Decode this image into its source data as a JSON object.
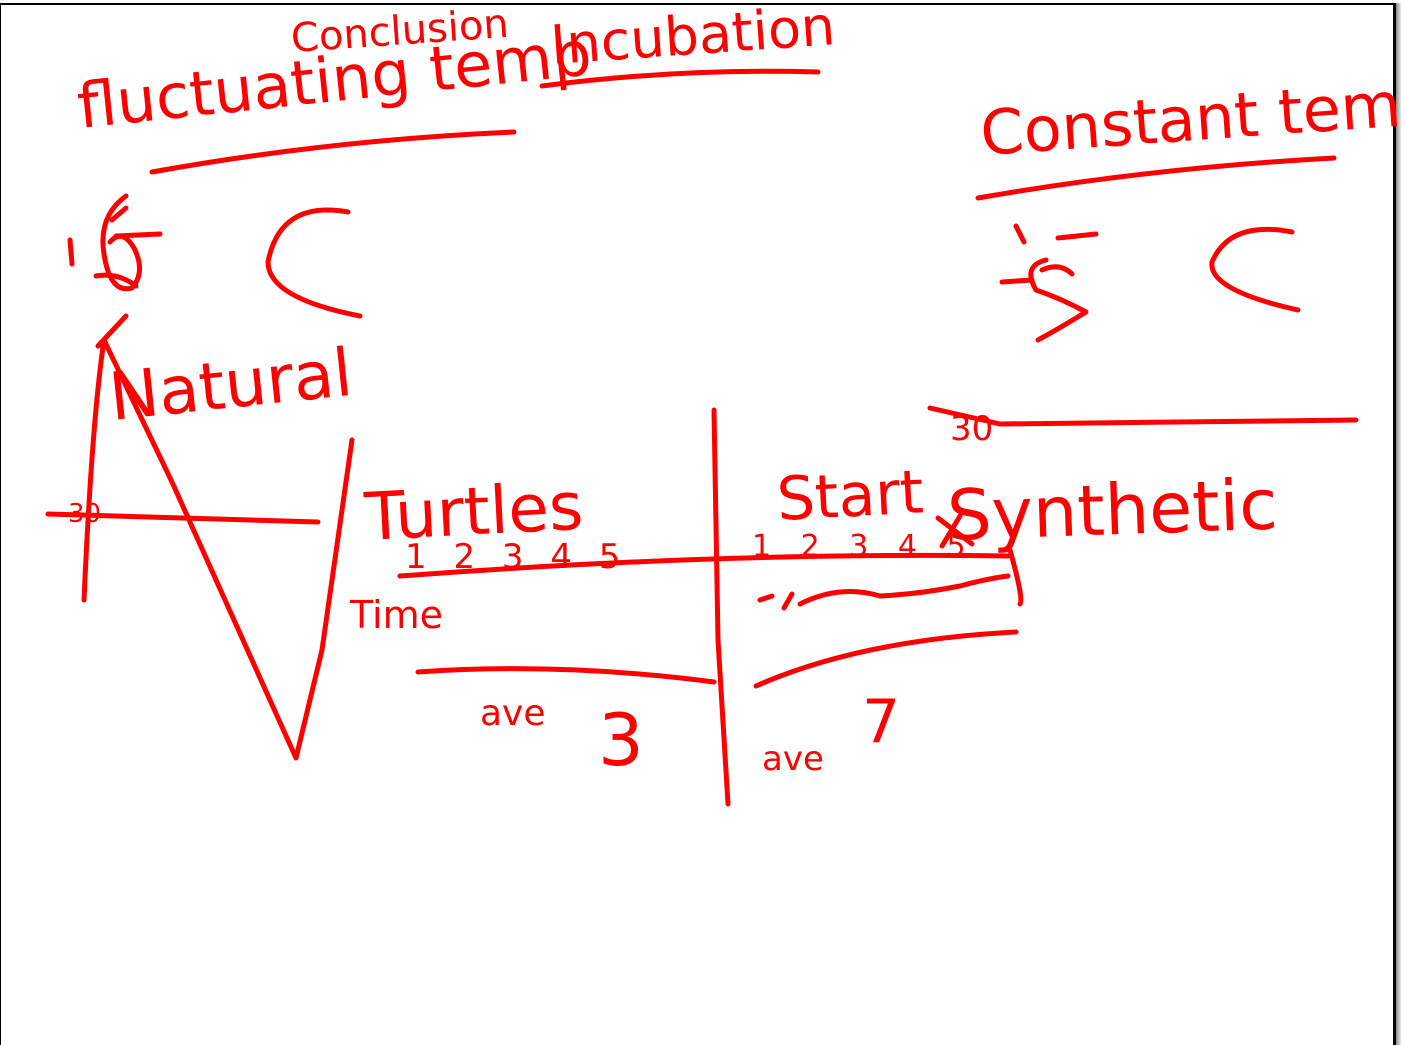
{
  "ink_color": "#ff0000",
  "annotations": {
    "fluctuating_title": "fluctuating temp",
    "conclusion": "Conclusion",
    "incubation": "Incubation",
    "constant_title": "Constant temp",
    "natural": "Natural",
    "natural_axis_value": "30",
    "constant_axis_value": "30",
    "turtles": "Turtles",
    "synthetic": "Synthetic",
    "start": "Start",
    "left_numbers": "1 2 3 4 5",
    "right_numbers": "1 2 3 4 5",
    "time": "Time",
    "ave_left_label": "ave",
    "ave_left_value": "3",
    "ave_right_label": "ave",
    "ave_right_value": "7"
  }
}
